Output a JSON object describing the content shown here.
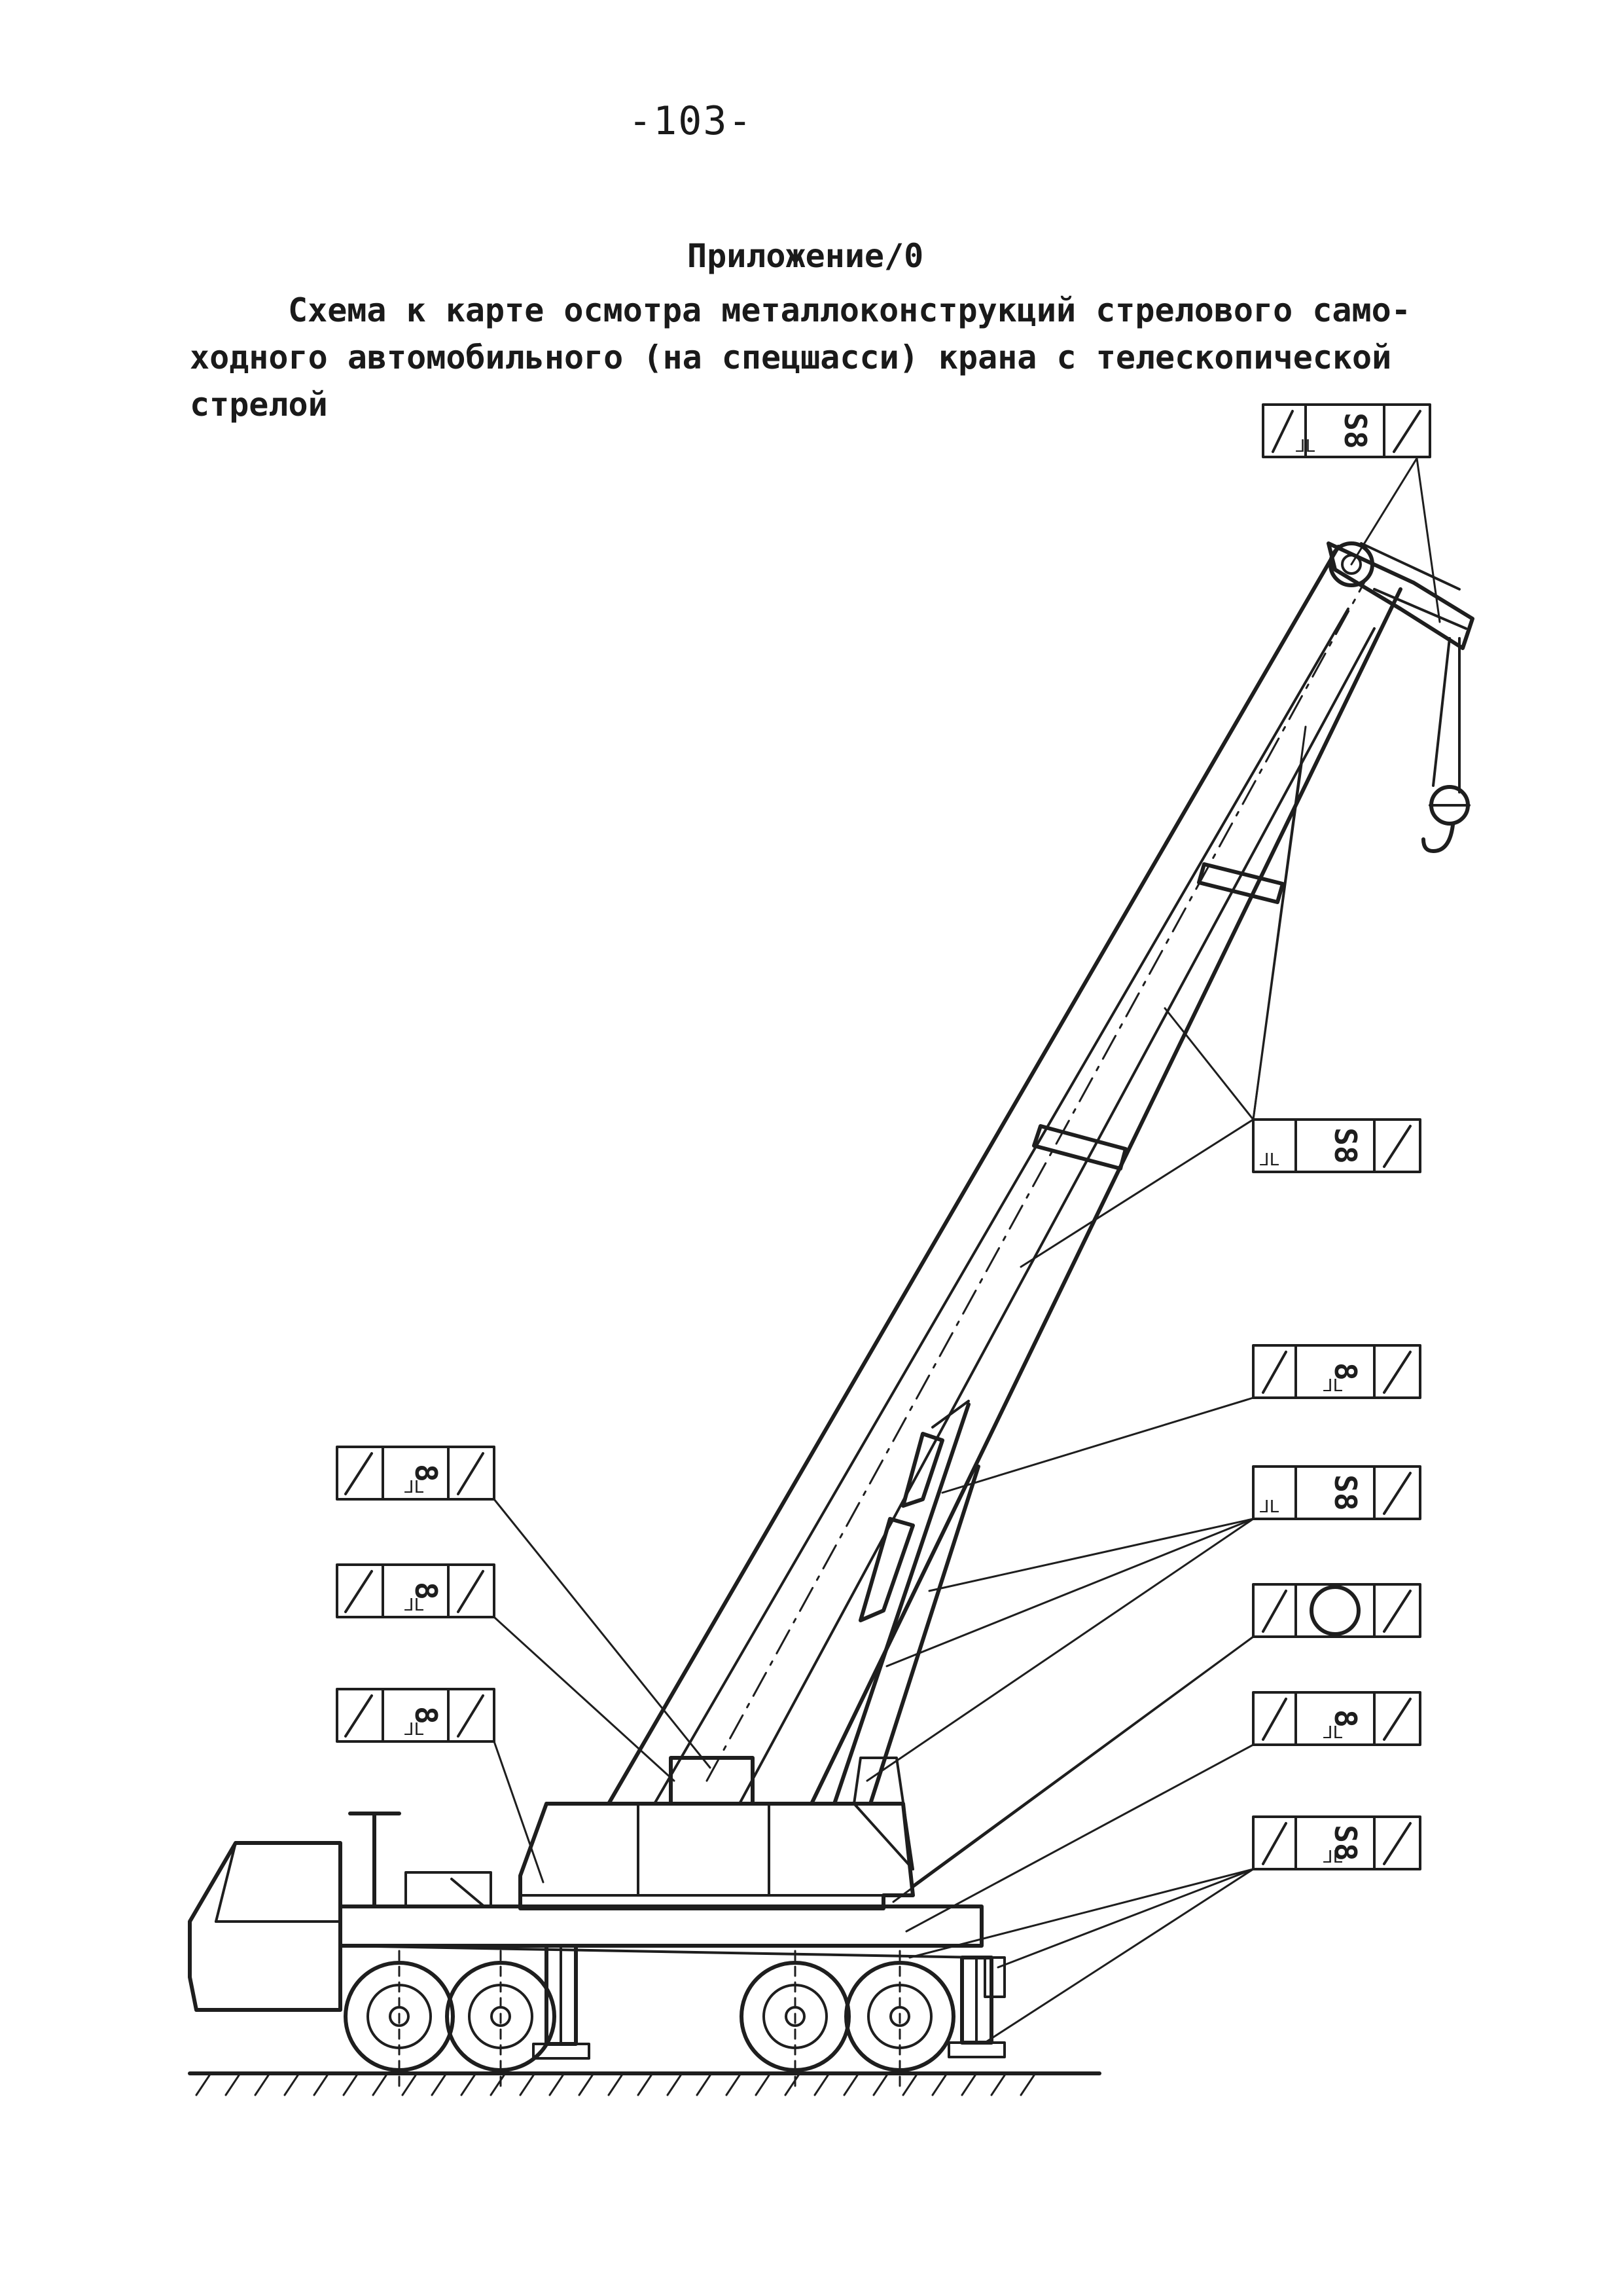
{
  "page_number": "-103-",
  "appendix": "Приложение/0",
  "caption": {
    "line1": "Схема к карте осмотра металлоконструкций стрелового само-",
    "line2": "ходного автомобильного (на спецшасси) крана с телескопической",
    "line3": "стрелой"
  },
  "weld_marks": {
    "s8": "S8",
    "eight": "8"
  },
  "colors": {
    "ink": "#1e1e1e",
    "paper": "#ffffff"
  },
  "icons": [
    "weld-symbol-icon",
    "pin-circle-icon",
    "hook-icon",
    "wheel-icon",
    "outrigger-icon"
  ]
}
